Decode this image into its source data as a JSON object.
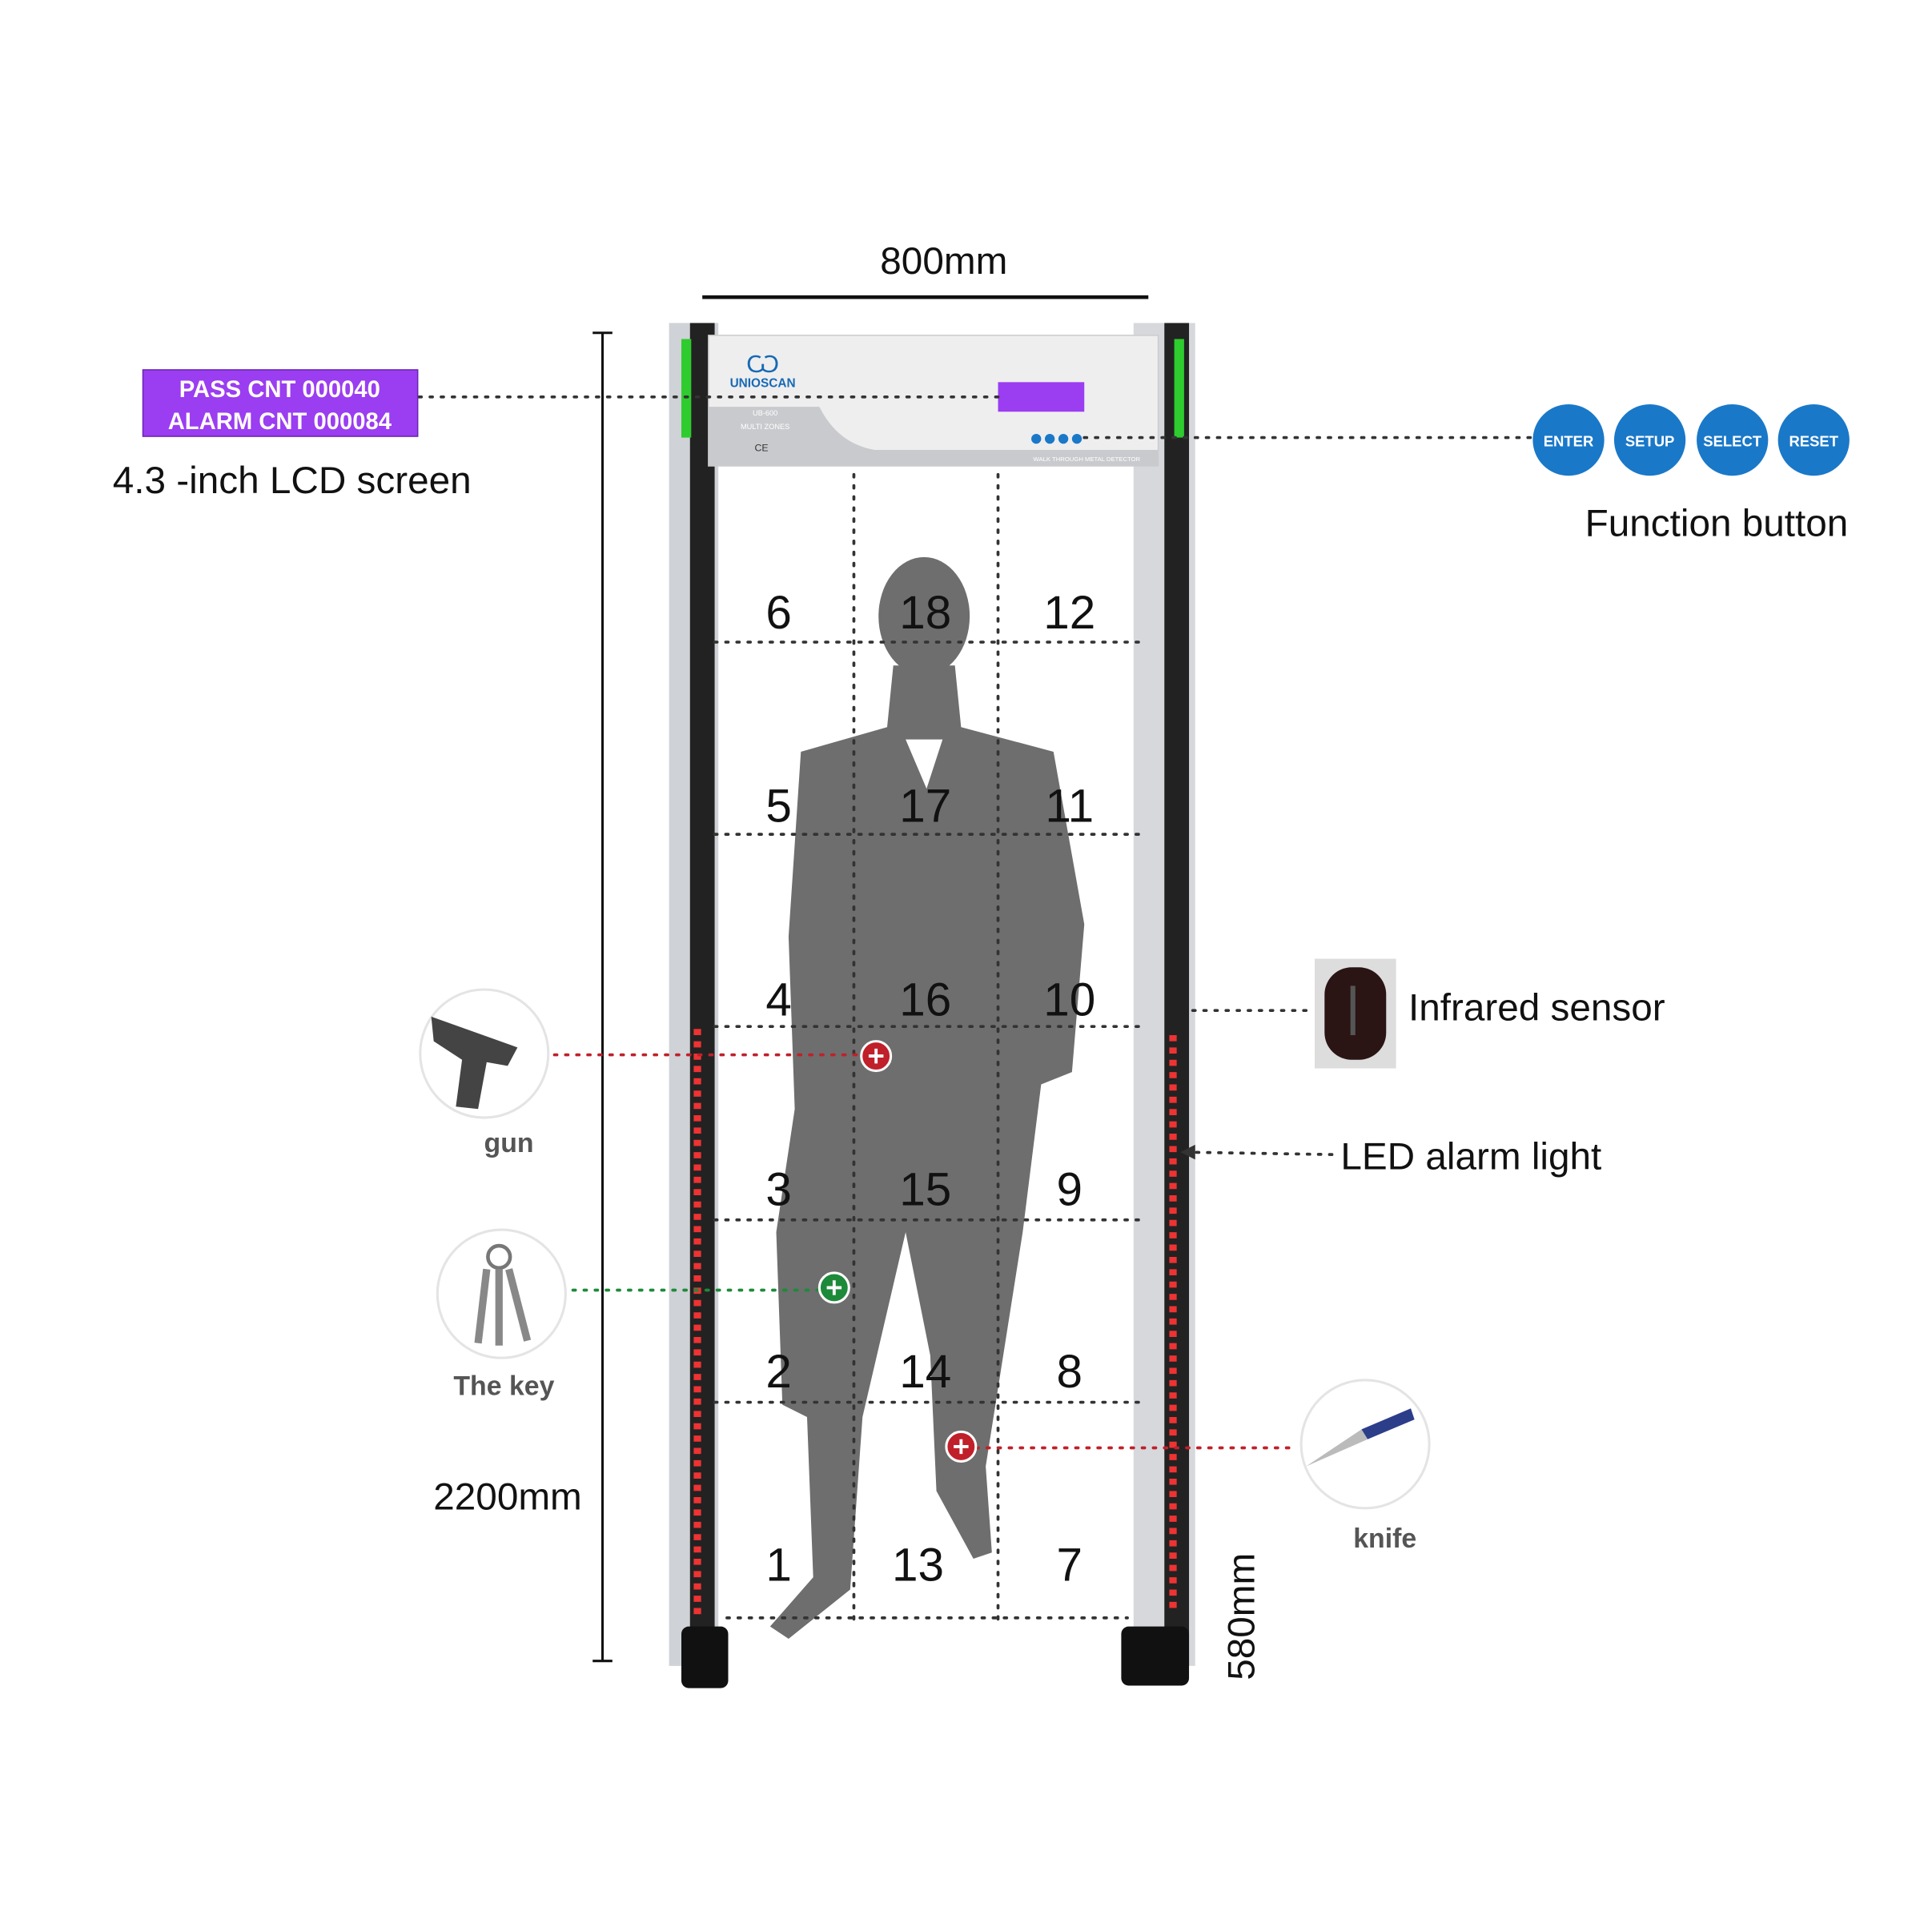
{
  "dimensions": {
    "width": "800mm",
    "height": "2200mm",
    "depth": "580mm"
  },
  "lcd": {
    "line1": "PASS CNT 000040",
    "line2": "ALARM CNT 000084",
    "caption": "4.3 -inch LCD screen",
    "color": "#9b3df0"
  },
  "header_panel": {
    "brand": "UNIOSCAN",
    "model": "UB-600",
    "zones": "MULTI ZONES",
    "cert": "CE",
    "footer": "WALK THROUGH METAL DETECTOR"
  },
  "function_buttons": {
    "items": [
      "ENTER",
      "SETUP",
      "SELECT",
      "RESET"
    ],
    "caption": "Function button",
    "color": "#1a78c8"
  },
  "zones": {
    "left": [
      "6",
      "5",
      "4",
      "3",
      "2",
      "1"
    ],
    "middle": [
      "18",
      "17",
      "16",
      "15",
      "14",
      "13"
    ],
    "right": [
      "12",
      "11",
      "10",
      "9",
      "8",
      "7"
    ]
  },
  "objects": {
    "gun": "gun",
    "key": "The key",
    "knife": "knife"
  },
  "callouts": {
    "infrared": "Infrared sensor",
    "led": "LED alarm light"
  }
}
